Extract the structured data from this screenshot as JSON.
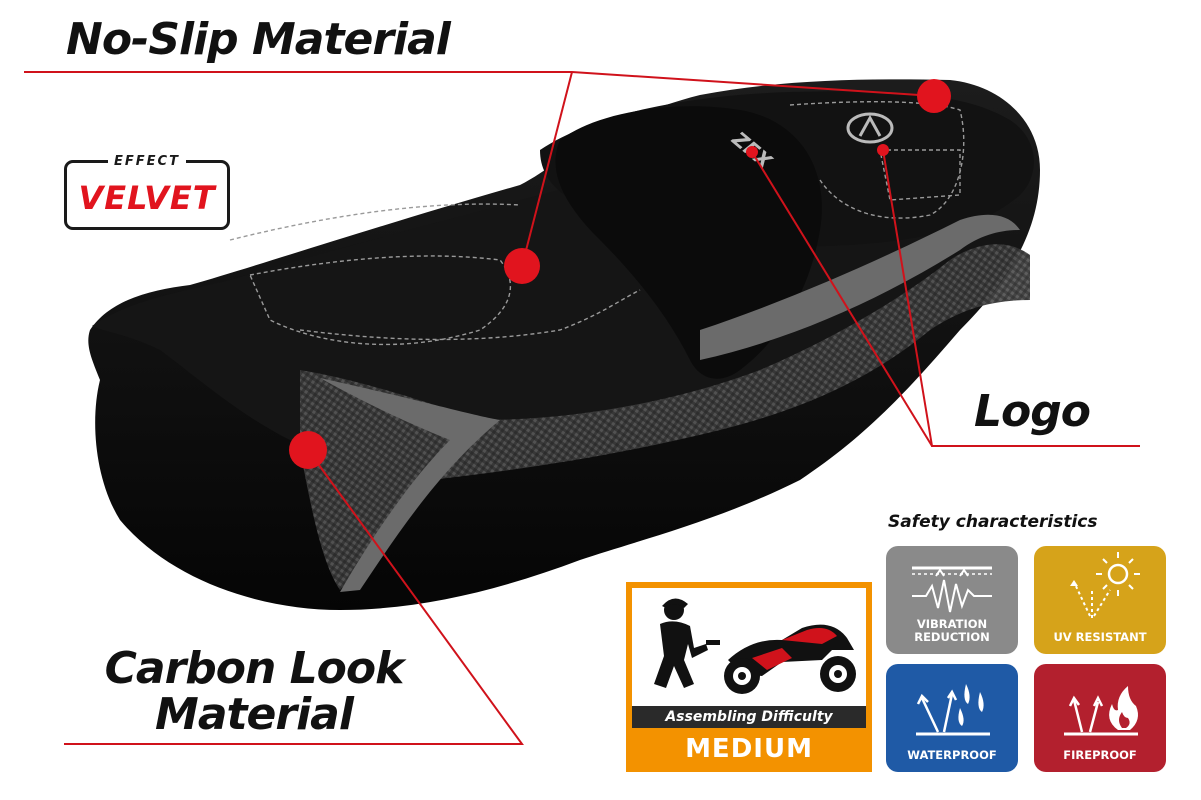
{
  "callouts": {
    "no_slip": "No-Slip Material",
    "logo": "Logo",
    "carbon_line1": "Carbon Look",
    "carbon_line2": "Material"
  },
  "badge": {
    "effect": "EFFECT",
    "velvet": "VELVET"
  },
  "assembly": {
    "label": "Assembling Difficulty",
    "level": "MEDIUM"
  },
  "safety": {
    "title": "Safety characteristics",
    "items": [
      {
        "label_line1": "VIBRATION",
        "label_line2": "REDUCTION",
        "icon": "vibration-icon",
        "color": "#8a8a8a"
      },
      {
        "label_line1": "UV RESISTANT",
        "label_line2": "",
        "icon": "sun-icon",
        "color": "#d6a31a"
      },
      {
        "label_line1": "WATERPROOF",
        "label_line2": "",
        "icon": "water-drops-icon",
        "color": "#1f5aa6"
      },
      {
        "label_line1": "FIREPROOF",
        "label_line2": "",
        "icon": "flame-icon",
        "color": "#b3202e"
      }
    ]
  },
  "colors": {
    "accent_red": "#e1141e",
    "callout_line": "#d0121b",
    "assembly_orange": "#f39200",
    "seat_black": "#0d0d0d",
    "carbon_gray": "#4a4a4a"
  }
}
